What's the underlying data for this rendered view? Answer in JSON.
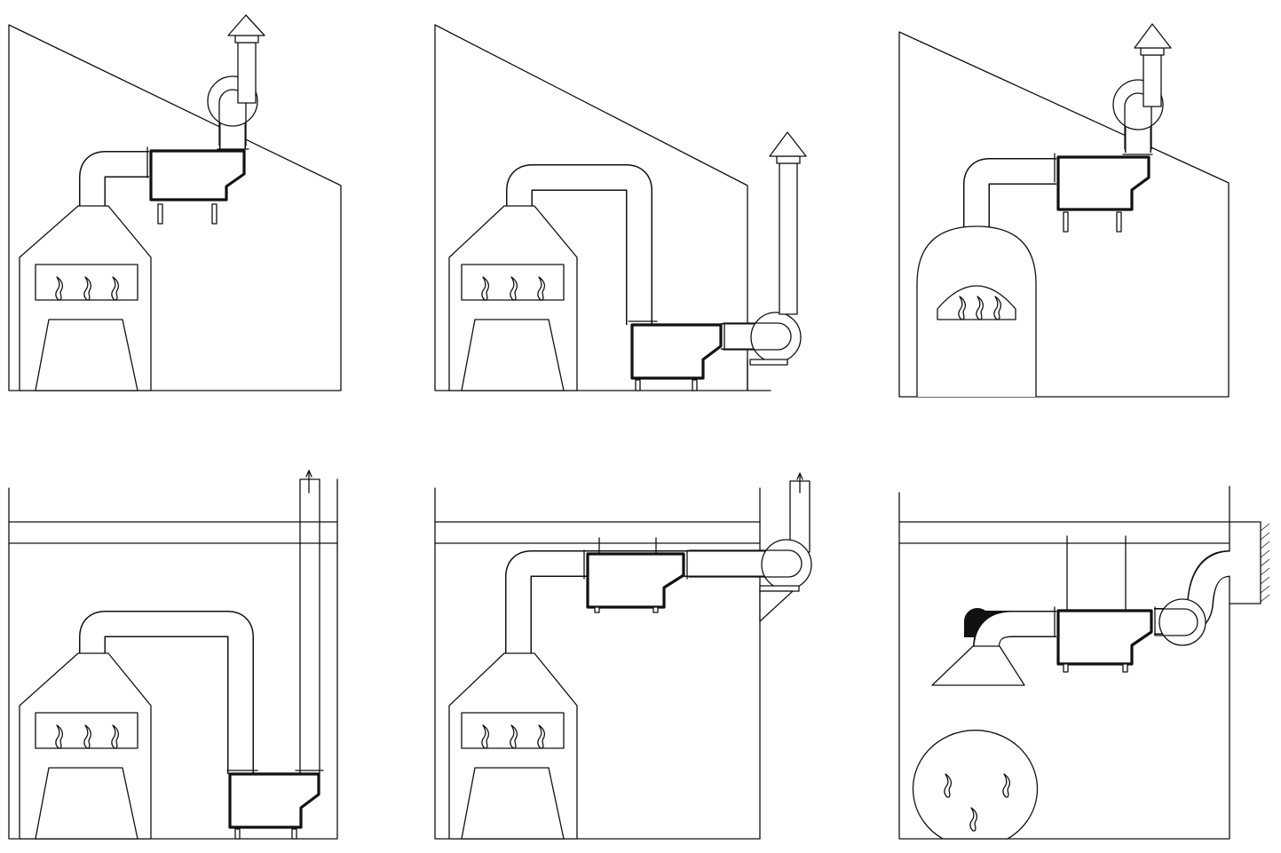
{
  "colors": {
    "line": "#111111",
    "background": "#ffffff"
  },
  "panels": [
    {
      "id": "a",
      "room": "pitched-roof",
      "source": "furnace",
      "fan": "roof",
      "outlet": "roof-cowl"
    },
    {
      "id": "b",
      "room": "pitched-roof",
      "source": "furnace",
      "fan": "outside-wall",
      "outlet": "outside-chimney"
    },
    {
      "id": "c",
      "room": "pitched-roof",
      "source": "kiln",
      "fan": "roof",
      "outlet": "roof-cowl"
    },
    {
      "id": "d",
      "room": "flat-roof",
      "source": "furnace",
      "fan": "none",
      "outlet": "vertical-stack"
    },
    {
      "id": "e",
      "room": "flat-roof",
      "source": "furnace",
      "fan": "wall-bracket",
      "outlet": "vertical-stack"
    },
    {
      "id": "f",
      "room": "flat-roof",
      "source": "open-flame-vessel",
      "fan": "wall",
      "outlet": "wall-louver"
    }
  ]
}
